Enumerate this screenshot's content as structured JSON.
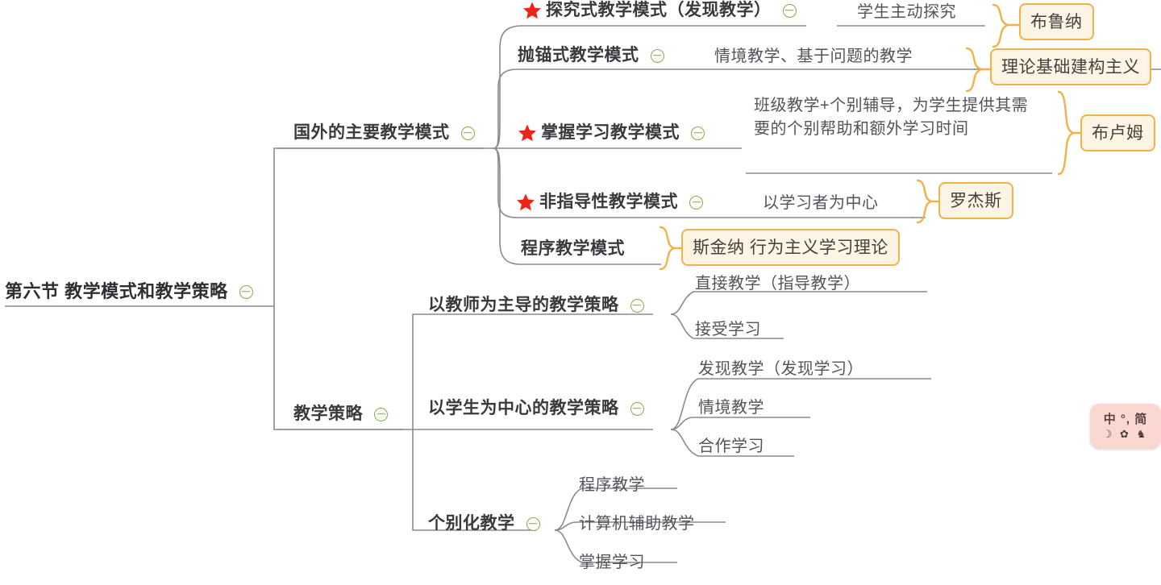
{
  "app": {
    "type": "mindmap",
    "background": "#ffffff",
    "accent_orange": "#f0b24a",
    "accent_box_fill": "#fdf4e4",
    "toggle_green": "#8aab53",
    "star_red": "#ef2418",
    "line_gray": "#8a8a92",
    "text_color": "#3f3f42"
  },
  "root": {
    "label": "第六节 教学模式和教学策略",
    "toggle": "collapse-toggle"
  },
  "branches": [
    {
      "id": "foreign-models",
      "label": "国外的主要教学模式",
      "toggle": "collapse-toggle",
      "children": [
        {
          "id": "inquiry-model",
          "label": "探究式教学模式（发现教学）",
          "starred": true,
          "toggle": "collapse-toggle",
          "detail": "学生主动探究",
          "summary": "布鲁纳"
        },
        {
          "id": "anchored-model",
          "label": "抛锚式教学模式",
          "starred": false,
          "toggle": "collapse-toggle",
          "detail": "情境教学、基于问题的教学",
          "summary": "理论基础建构主义"
        },
        {
          "id": "mastery-model",
          "label": "掌握学习教学模式",
          "starred": true,
          "toggle": "collapse-toggle",
          "detail": "班级教学+个别辅导，为学生提供其需要的个别帮助和额外学习时间",
          "summary": "布卢姆"
        },
        {
          "id": "nondirective-model",
          "label": "非指导性教学模式",
          "starred": true,
          "toggle": "collapse-toggle",
          "detail": "以学习者为中心",
          "summary": "罗杰斯"
        },
        {
          "id": "programmed-model",
          "label": "程序教学模式",
          "starred": false,
          "detail": null,
          "summary": "斯金纳 行为主义学习理论"
        }
      ]
    },
    {
      "id": "teaching-strategies",
      "label": "教学策略",
      "toggle": "collapse-toggle",
      "children": [
        {
          "id": "teacher-led",
          "label": "以教师为主导的教学策略",
          "toggle": "collapse-toggle",
          "items": [
            "直接教学（指导教学）",
            "接受学习"
          ]
        },
        {
          "id": "student-centered",
          "label": "以学生为中心的教学策略",
          "toggle": "collapse-toggle",
          "items": [
            "发现教学（发现学习）",
            "情境教学",
            "合作学习"
          ]
        },
        {
          "id": "individualized",
          "label": "个别化教学",
          "toggle": "collapse-toggle",
          "items": [
            "程序教学",
            "计算机辅助教学",
            "掌握学习"
          ]
        }
      ]
    }
  ],
  "ime_bar": {
    "mode_label": "中 °, 简",
    "icons_label": "☽ ✿ ♞"
  }
}
